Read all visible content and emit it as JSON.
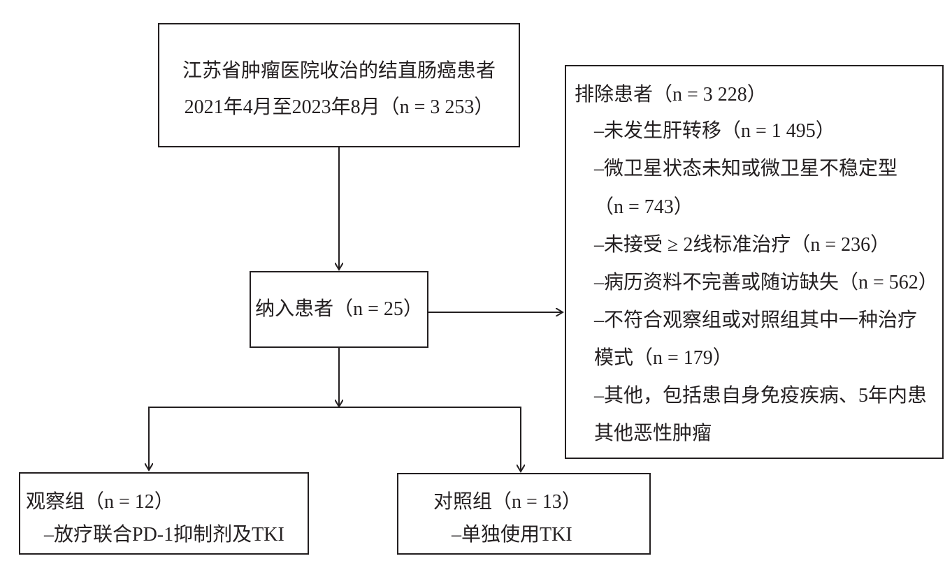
{
  "source_box": {
    "line1": "江苏省肿瘤医院收治的结直肠癌患者",
    "line2": "2021年4月至2023年8月（n = 3 253）"
  },
  "included_box": {
    "label": "纳入患者（n = 25）"
  },
  "excluded_box": {
    "title": "排除患者（n = 3 228）",
    "lines": [
      "–未发生肝转移（n = 1 495）",
      "–微卫星状态未知或微卫星不稳定型",
      "（n = 743）",
      "–未接受 ≥ 2线标准治疗（n = 236）",
      "–病历资料不完善或随访缺失（n = 562）",
      "–不符合观察组或对照组其中一种治疗",
      "模式（n = 179）",
      "–其他，包括患自身免疫疾病、5年内患",
      "其他恶性肿瘤"
    ]
  },
  "observation_box": {
    "title": "观察组（n = 12）",
    "detail": "–放疗联合PD-1抑制剂及TKI"
  },
  "control_box": {
    "title": "对照组（n = 13）",
    "detail": "–单独使用TKI"
  }
}
